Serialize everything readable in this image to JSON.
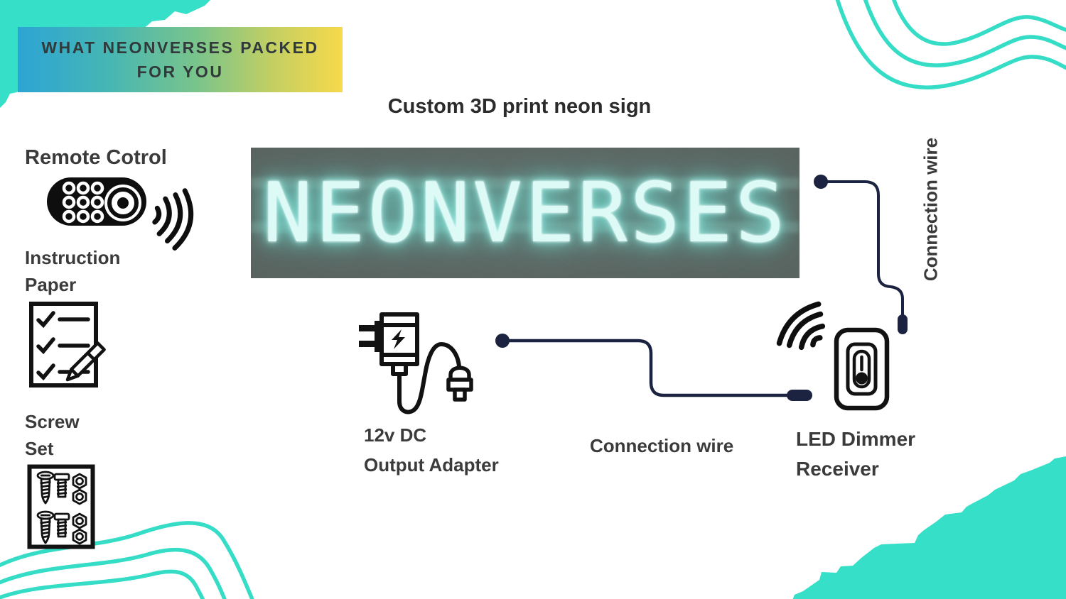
{
  "banner": {
    "line1": "WHAT NEONVERSES PACKED",
    "line2": "FOR YOU"
  },
  "heading": {
    "sign_title": "Custom 3D print neon sign"
  },
  "sign": {
    "text": "NEONVERSES"
  },
  "items": {
    "remote": {
      "label": "Remote Cotrol",
      "icon": "remote-control-icon"
    },
    "instruction_paper": {
      "line1": "Instruction",
      "line2": "Paper",
      "icon": "checklist-paper-icon"
    },
    "screw_set": {
      "line1": "Screw",
      "line2": "Set",
      "icon": "screw-set-icon"
    },
    "adapter": {
      "line1": "12v DC",
      "line2": "Output Adapter",
      "icon": "power-adapter-icon"
    },
    "connection_wire_bottom": {
      "label": "Connection wire"
    },
    "connection_wire_right": {
      "label": "Connection wire"
    },
    "dimmer": {
      "line1": "LED Dimmer",
      "line2": "Receiver",
      "icon": "dimmer-receiver-icon"
    }
  },
  "colors": {
    "teal": "#35DCC6",
    "wire_navy": "#1B2340",
    "banner_gradient_start": "#2DA4D5",
    "banner_gradient_end": "#F7D94B",
    "sign_background": "#59635F",
    "neon_core": "#DDFAF6",
    "neon_glow": "#7CE8DC",
    "label_text": "#3B3B3B",
    "icon_black": "#121212"
  }
}
